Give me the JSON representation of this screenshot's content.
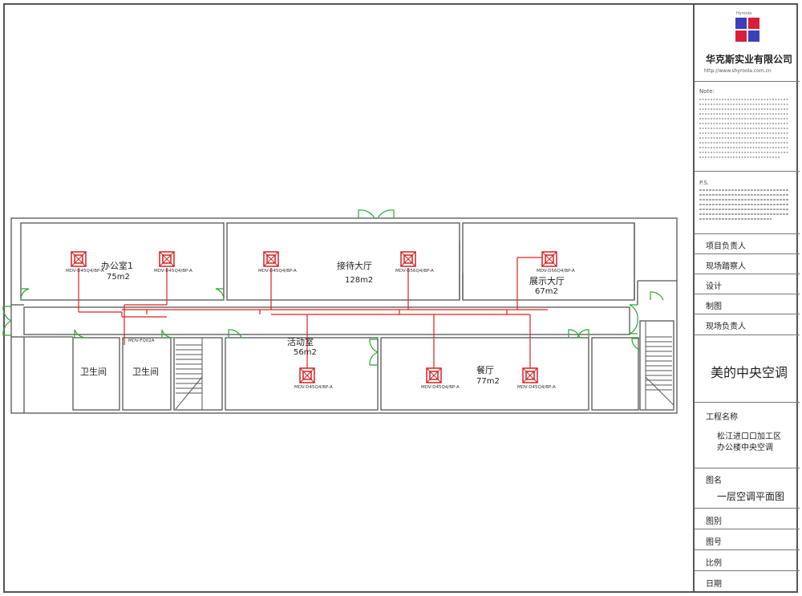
{
  "company": {
    "logo_text": "Hyroola",
    "name": "华克斯实业有限公司",
    "url": "http://www.shyroola.com.cn"
  },
  "notes": {
    "label": "Note:"
  },
  "note2": {
    "label": "P.S."
  },
  "roles": [
    "项目负责人",
    "现场踏察人",
    "设计",
    "制图",
    "现场负责人"
  ],
  "brand": "美的中央空调",
  "project": {
    "label": "工程名称",
    "line1": "松江进口口加工区",
    "line2": "办公楼中央空调"
  },
  "drawing": {
    "label": "图名",
    "value": "一层空调平面图"
  },
  "fields": [
    "图别",
    "图号",
    "比例",
    "日期"
  ],
  "colors": {
    "pipe": "#e0201e",
    "wall": "#555555",
    "door": "#2aa82a",
    "unit": "#d62020"
  },
  "rooms": {
    "office": {
      "name": "办公室1",
      "area": "75m2"
    },
    "lobby": {
      "name": "接待大厅",
      "area": "128m2"
    },
    "exhibit": {
      "name": "展示大厅",
      "area": "67m2"
    },
    "activity": {
      "name": "活动室",
      "area": "56m2"
    },
    "dining": {
      "name": "餐厅",
      "area": "77m2"
    },
    "wc1": {
      "name": "卫生间"
    },
    "wc2": {
      "name": "卫生间"
    }
  },
  "units": [
    {
      "id": "u1",
      "label": "MDV-D45Q4/BP-A"
    },
    {
      "id": "u2",
      "label": "MDV-D45Q4/BP-A"
    },
    {
      "id": "u3",
      "label": "MDV-D45Q4/BP-A"
    },
    {
      "id": "u4",
      "label": "MDV-D56Q4/BP-A"
    },
    {
      "id": "u5",
      "label": "MDV-D56Q4/BP-A"
    },
    {
      "id": "u6",
      "label": "MDV-D45Q4/BP-A"
    },
    {
      "id": "u7",
      "label": "MDV-D45Q4/BP-A"
    },
    {
      "id": "u8",
      "label": "MDV-D45Q4/BP-A"
    }
  ],
  "branch_label": "MDV-FQ02A"
}
